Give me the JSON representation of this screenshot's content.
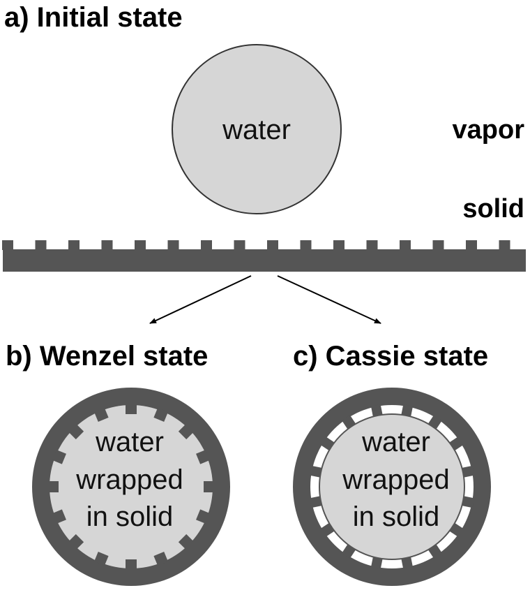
{
  "panels": {
    "a": {
      "heading": "a) Initial state",
      "drop_label": "water"
    },
    "b": {
      "heading": "b) Wenzel state",
      "lines": [
        "water",
        "wrapped",
        "in solid"
      ]
    },
    "c": {
      "heading": "c) Cassie state",
      "lines": [
        "water",
        "wrapped",
        "in solid"
      ]
    }
  },
  "phases": {
    "vapor": "vapor",
    "solid": "solid"
  },
  "colors": {
    "solid": "#555555",
    "water": "#d6d6d6",
    "outline": "#333333",
    "vapor_pocket": "#ffffff",
    "arrow": "#000000"
  }
}
